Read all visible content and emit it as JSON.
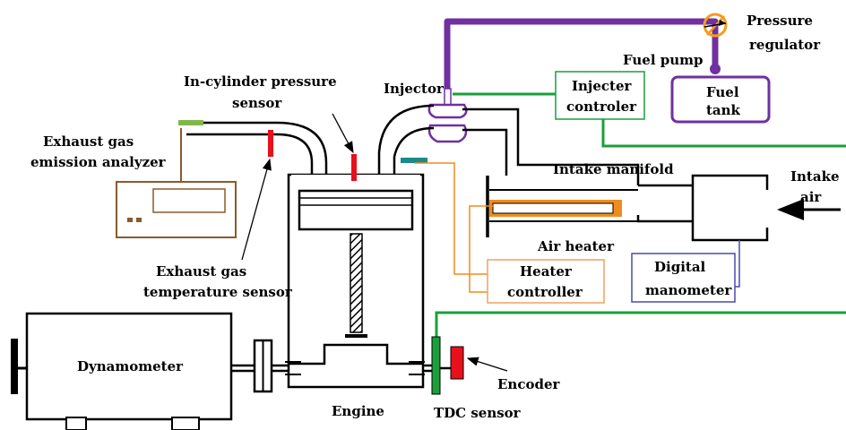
{
  "labels": {
    "pressure_regulator": [
      "Pressure",
      "regulator"
    ],
    "fuel_pump": "Fuel  pump",
    "fuel_tank": [
      "Fuel",
      "tank"
    ],
    "injector": "Injector",
    "injector_controller": [
      "Injecter",
      "controler"
    ],
    "in_cylinder_pressure_sensor": [
      "In-cylinder  pressure",
      "sensor"
    ],
    "exhaust_gas_emission_analyzer": [
      "Exhaust gas",
      "emission analyzer"
    ],
    "intake_manifold": "Intake manifold",
    "intake_air": [
      "Intake",
      "air"
    ],
    "air_heater": "Air heater",
    "heater_controller": [
      "Heater",
      "controller"
    ],
    "digital_manometer": [
      "Digital",
      "manometer"
    ],
    "exhaust_gas_temperature_sensor": [
      "Exhaust gas",
      "temperature sensor"
    ],
    "dynamometer": "Dynamometer",
    "engine": "Engine",
    "tdc_sensor": "TDC sensor",
    "encoder": "Encoder"
  },
  "colors": {
    "fuel_line": "#7030a0",
    "signal_line": "#1a9f3a",
    "heater": "#f08c1e",
    "analyzer": "#8b5a2b",
    "sensor_red": "#e8101a",
    "controller_orange": "#f0a060",
    "manometer_blue": "#4a4ab0",
    "regulator": "#f59b1e",
    "teal": "#1a8a8a"
  }
}
